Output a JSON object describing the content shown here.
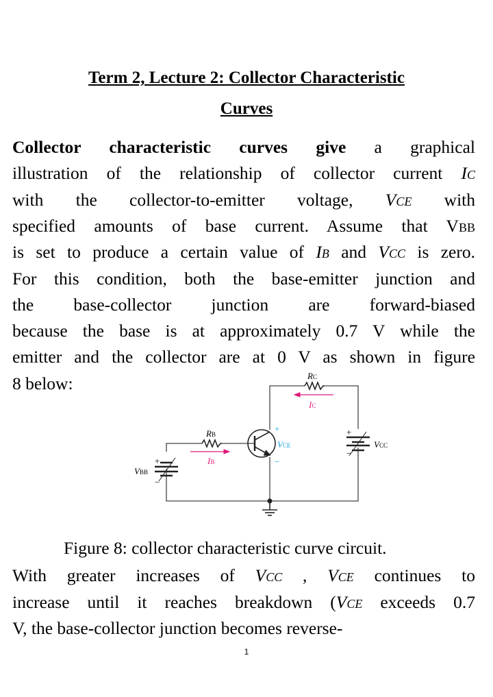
{
  "title": {
    "line1": "Term 2, Lecture 2: Collector Characteristic",
    "line2": "Curves"
  },
  "paragraph1": [
    {
      "justify": true,
      "segs": [
        {
          "t": "Collector characteristic curves give",
          "s": "b"
        },
        {
          "t": " a graphical"
        }
      ]
    },
    {
      "justify": true,
      "segs": [
        {
          "t": "illustration of the relationship of collector current "
        },
        {
          "t": "I",
          "s": "i"
        },
        {
          "t": "C",
          "s": "sub"
        }
      ]
    },
    {
      "justify": true,
      "segs": [
        {
          "t": "with the collector-to-emitter voltage, "
        },
        {
          "t": "V",
          "s": "i"
        },
        {
          "t": "CE",
          "s": "sub"
        },
        {
          "t": " with"
        }
      ]
    },
    {
      "justify": true,
      "segs": [
        {
          "t": "specified amounts of base current. Assume that V"
        },
        {
          "t": "BB",
          "s": "sc"
        }
      ]
    },
    {
      "justify": true,
      "segs": [
        {
          "t": "is set to produce a certain value of "
        },
        {
          "t": "I",
          "s": "i"
        },
        {
          "t": "B",
          "s": "sub"
        },
        {
          "t": " and "
        },
        {
          "t": "V",
          "s": "i"
        },
        {
          "t": "CC",
          "s": "sub"
        },
        {
          "t": " is zero."
        }
      ]
    },
    {
      "justify": true,
      "segs": [
        {
          "t": "For this condition, both the base-emitter junction and"
        }
      ]
    },
    {
      "justify": true,
      "segs": [
        {
          "t": "the base-collector junction are forward-biased"
        }
      ]
    },
    {
      "justify": true,
      "segs": [
        {
          "t": "because the base is at approximately 0.7 V while the"
        }
      ]
    },
    {
      "justify": true,
      "segs": [
        {
          "t": "emitter and the collector are at 0 V as shown in figure"
        }
      ]
    },
    {
      "justify": false,
      "segs": [
        {
          "t": "8 below:"
        }
      ]
    }
  ],
  "figure": {
    "labels": {
      "rc": "R",
      "rc_sub": "C",
      "ic": "I",
      "ic_sub": "C",
      "rb": "R",
      "rb_sub": "B",
      "ib": "I",
      "ib_sub": "B",
      "vce": "V",
      "vce_sub": "CE",
      "vcc": "V",
      "vcc_sub": "CC",
      "vbb": "V",
      "vbb_sub": "BB",
      "plus": "+",
      "minus": "−"
    },
    "caption": "Figure 8: collector characteristic curve circuit.",
    "colors": {
      "current": "#e0197d",
      "voltage": "#1aa3d9",
      "wire": "#444444"
    }
  },
  "paragraph2": [
    {
      "justify": true,
      "segs": [
        {
          "t": "With greater increases of "
        },
        {
          "t": "V",
          "s": "i"
        },
        {
          "t": "CC",
          "s": "sub"
        },
        {
          "t": " , "
        },
        {
          "t": "V",
          "s": "i"
        },
        {
          "t": "CE",
          "s": "sub"
        },
        {
          "t": " continues to"
        }
      ]
    },
    {
      "justify": true,
      "segs": [
        {
          "t": "increase until it reaches breakdown ("
        },
        {
          "t": "V",
          "s": "i"
        },
        {
          "t": "CE",
          "s": "sub"
        },
        {
          "t": " exceeds 0.7"
        }
      ]
    },
    {
      "justify": false,
      "segs": [
        {
          "t": "V, the base-collector junction becomes reverse-"
        }
      ]
    }
  ],
  "page_number": "1"
}
